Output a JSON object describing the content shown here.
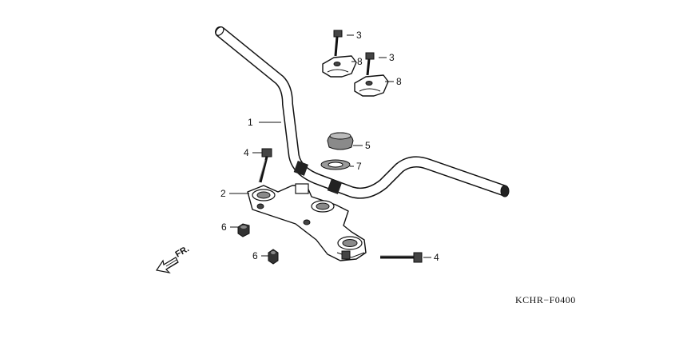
{
  "diagram_code": "KCHR−F0400",
  "direction_label": "FR.",
  "callouts": {
    "c1": "1",
    "c2": "2",
    "c3a": "3",
    "c3b": "3",
    "c4a": "4",
    "c4b": "4",
    "c5": "5",
    "c6a": "6",
    "c6b": "6",
    "c7": "7",
    "c8a": "8",
    "c8b": "8"
  }
}
